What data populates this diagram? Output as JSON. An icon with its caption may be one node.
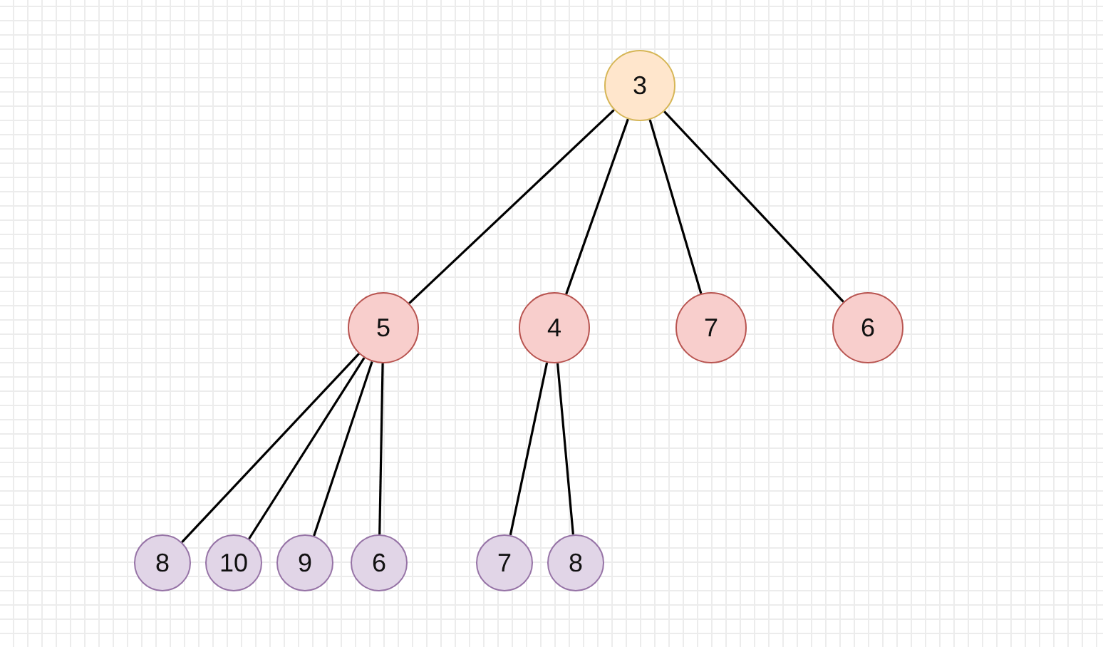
{
  "diagram": {
    "nodes": [
      {
        "text": [
          "3"
        ]
      },
      {
        "text": [
          "5"
        ]
      },
      {
        "text": [
          "4"
        ]
      },
      {
        "text": [
          "7"
        ]
      },
      {
        "text": [
          "6"
        ]
      },
      {
        "text": [
          "8"
        ]
      },
      {
        "text": [
          "10"
        ]
      },
      {
        "text": [
          "9"
        ]
      },
      {
        "text": [
          "6"
        ]
      },
      {
        "text": [
          "7"
        ]
      },
      {
        "text": [
          "8"
        ]
      }
    ],
    "edges": [
      {
        "from": 0,
        "to": 1,
        "arrow": "none"
      },
      {
        "from": 0,
        "to": 2,
        "arrow": "none"
      },
      {
        "from": 0,
        "to": 3,
        "arrow": "none"
      },
      {
        "from": 0,
        "to": 4,
        "arrow": "none"
      },
      {
        "from": 1,
        "to": 5,
        "arrow": "none"
      },
      {
        "from": 1,
        "to": 6,
        "arrow": "none"
      },
      {
        "from": 1,
        "to": 7,
        "arrow": "none"
      },
      {
        "from": 1,
        "to": 8,
        "arrow": "none"
      },
      {
        "from": 2,
        "to": 9,
        "arrow": "none"
      },
      {
        "from": 2,
        "to": 10,
        "arrow": "none"
      }
    ]
  }
}
